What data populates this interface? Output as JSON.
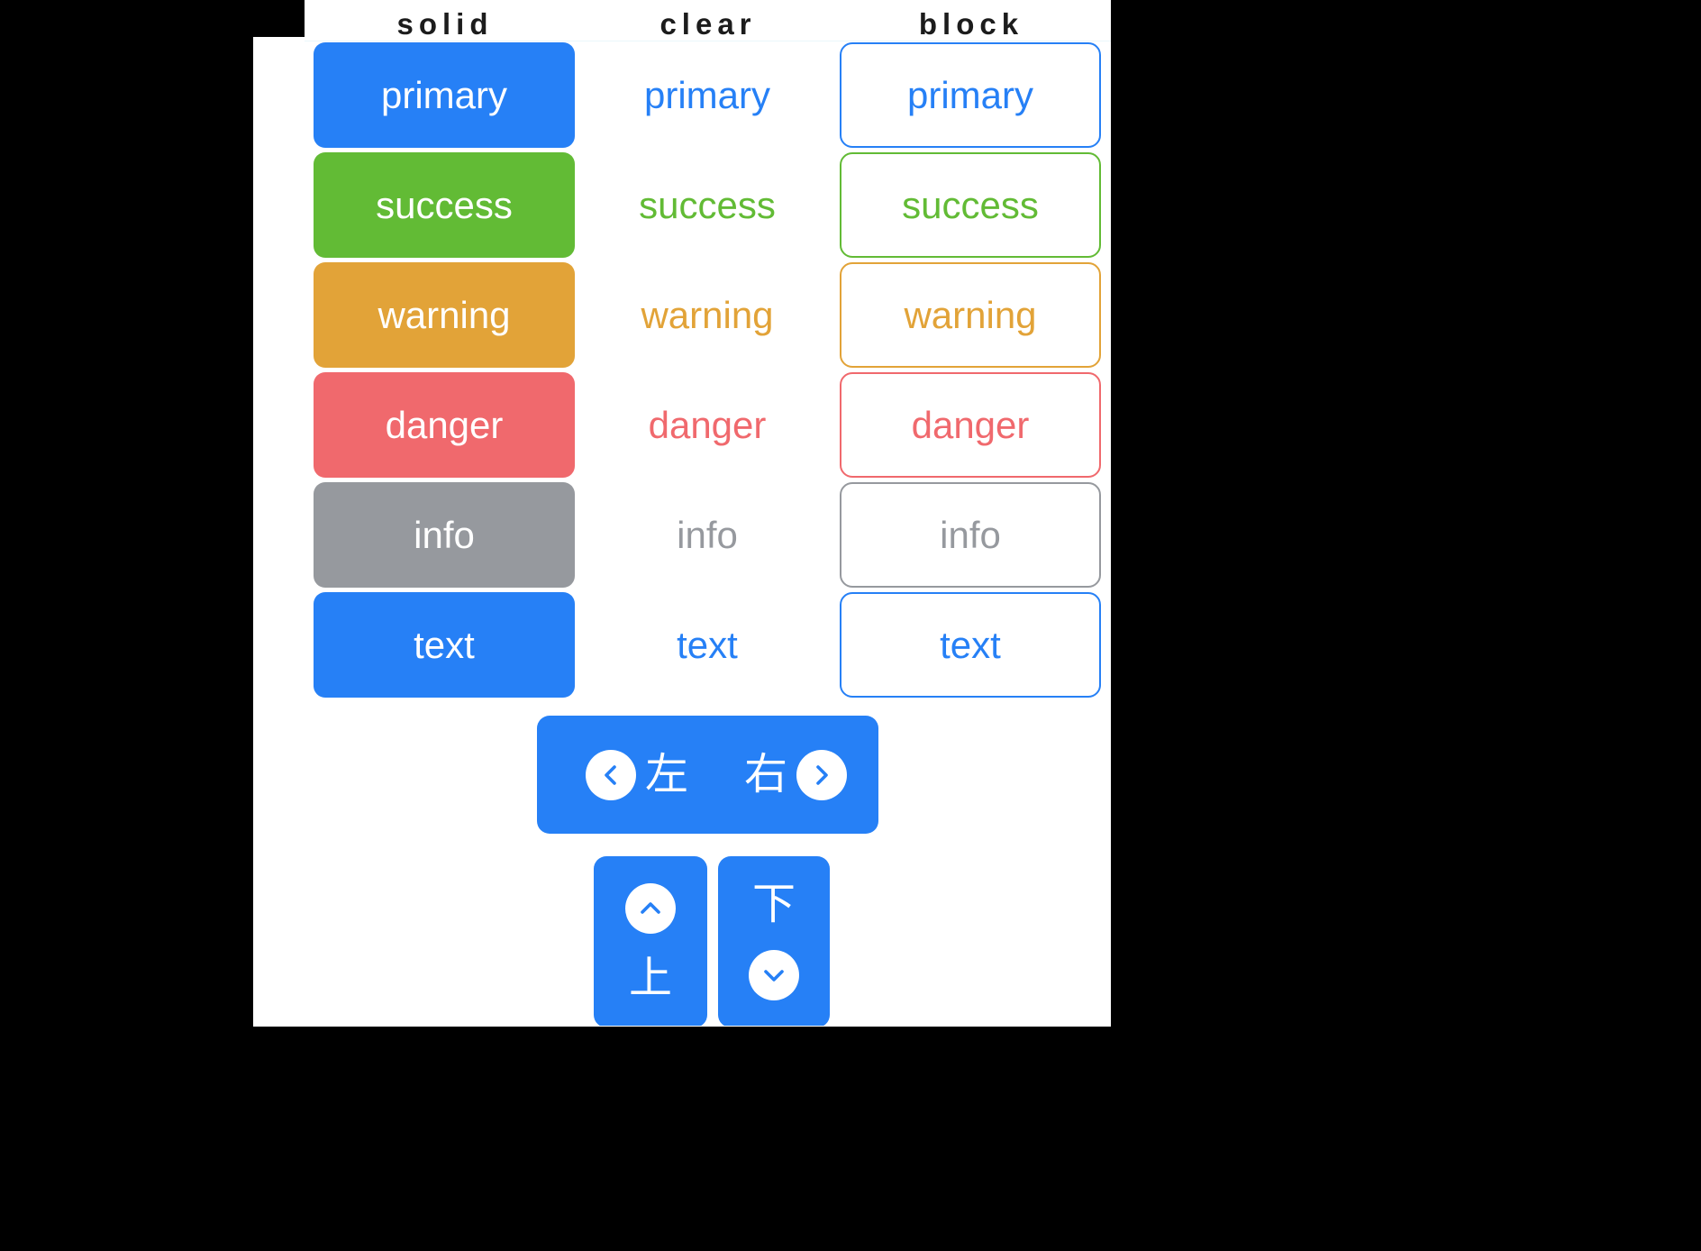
{
  "columns": [
    {
      "id": "solid",
      "label": "solid"
    },
    {
      "id": "clear",
      "label": "clear"
    },
    {
      "id": "block",
      "label": "block"
    }
  ],
  "colors": {
    "primary": "#2680f6",
    "success": "#62bb35",
    "warning": "#e2a338",
    "danger": "#f0696d",
    "info": "#96999e",
    "text": "#2680f6",
    "white": "#ffffff",
    "heading": "#1c1c1c",
    "divider": "#eaf7fb",
    "page_background": "#ffffff",
    "outer_background": "#000000"
  },
  "rows": [
    {
      "id": "primary",
      "label": "primary",
      "color": "#2680f6"
    },
    {
      "id": "success",
      "label": "success",
      "color": "#62bb35"
    },
    {
      "id": "warning",
      "label": "warning",
      "color": "#e2a338"
    },
    {
      "id": "danger",
      "label": "danger",
      "color": "#f0696d"
    },
    {
      "id": "info",
      "label": "info",
      "color": "#96999e"
    },
    {
      "id": "text",
      "label": "text",
      "color": "#2680f6"
    }
  ],
  "direction_pad": {
    "left": {
      "label": "左",
      "icon": "chevron-left-circle-icon",
      "icon_position": "before"
    },
    "right": {
      "label": "右",
      "icon": "chevron-right-circle-icon",
      "icon_position": "after"
    },
    "up": {
      "label": "上",
      "icon": "chevron-up-circle-icon",
      "icon_position": "before"
    },
    "down": {
      "label": "下",
      "icon": "chevron-down-circle-icon",
      "icon_position": "after"
    }
  }
}
